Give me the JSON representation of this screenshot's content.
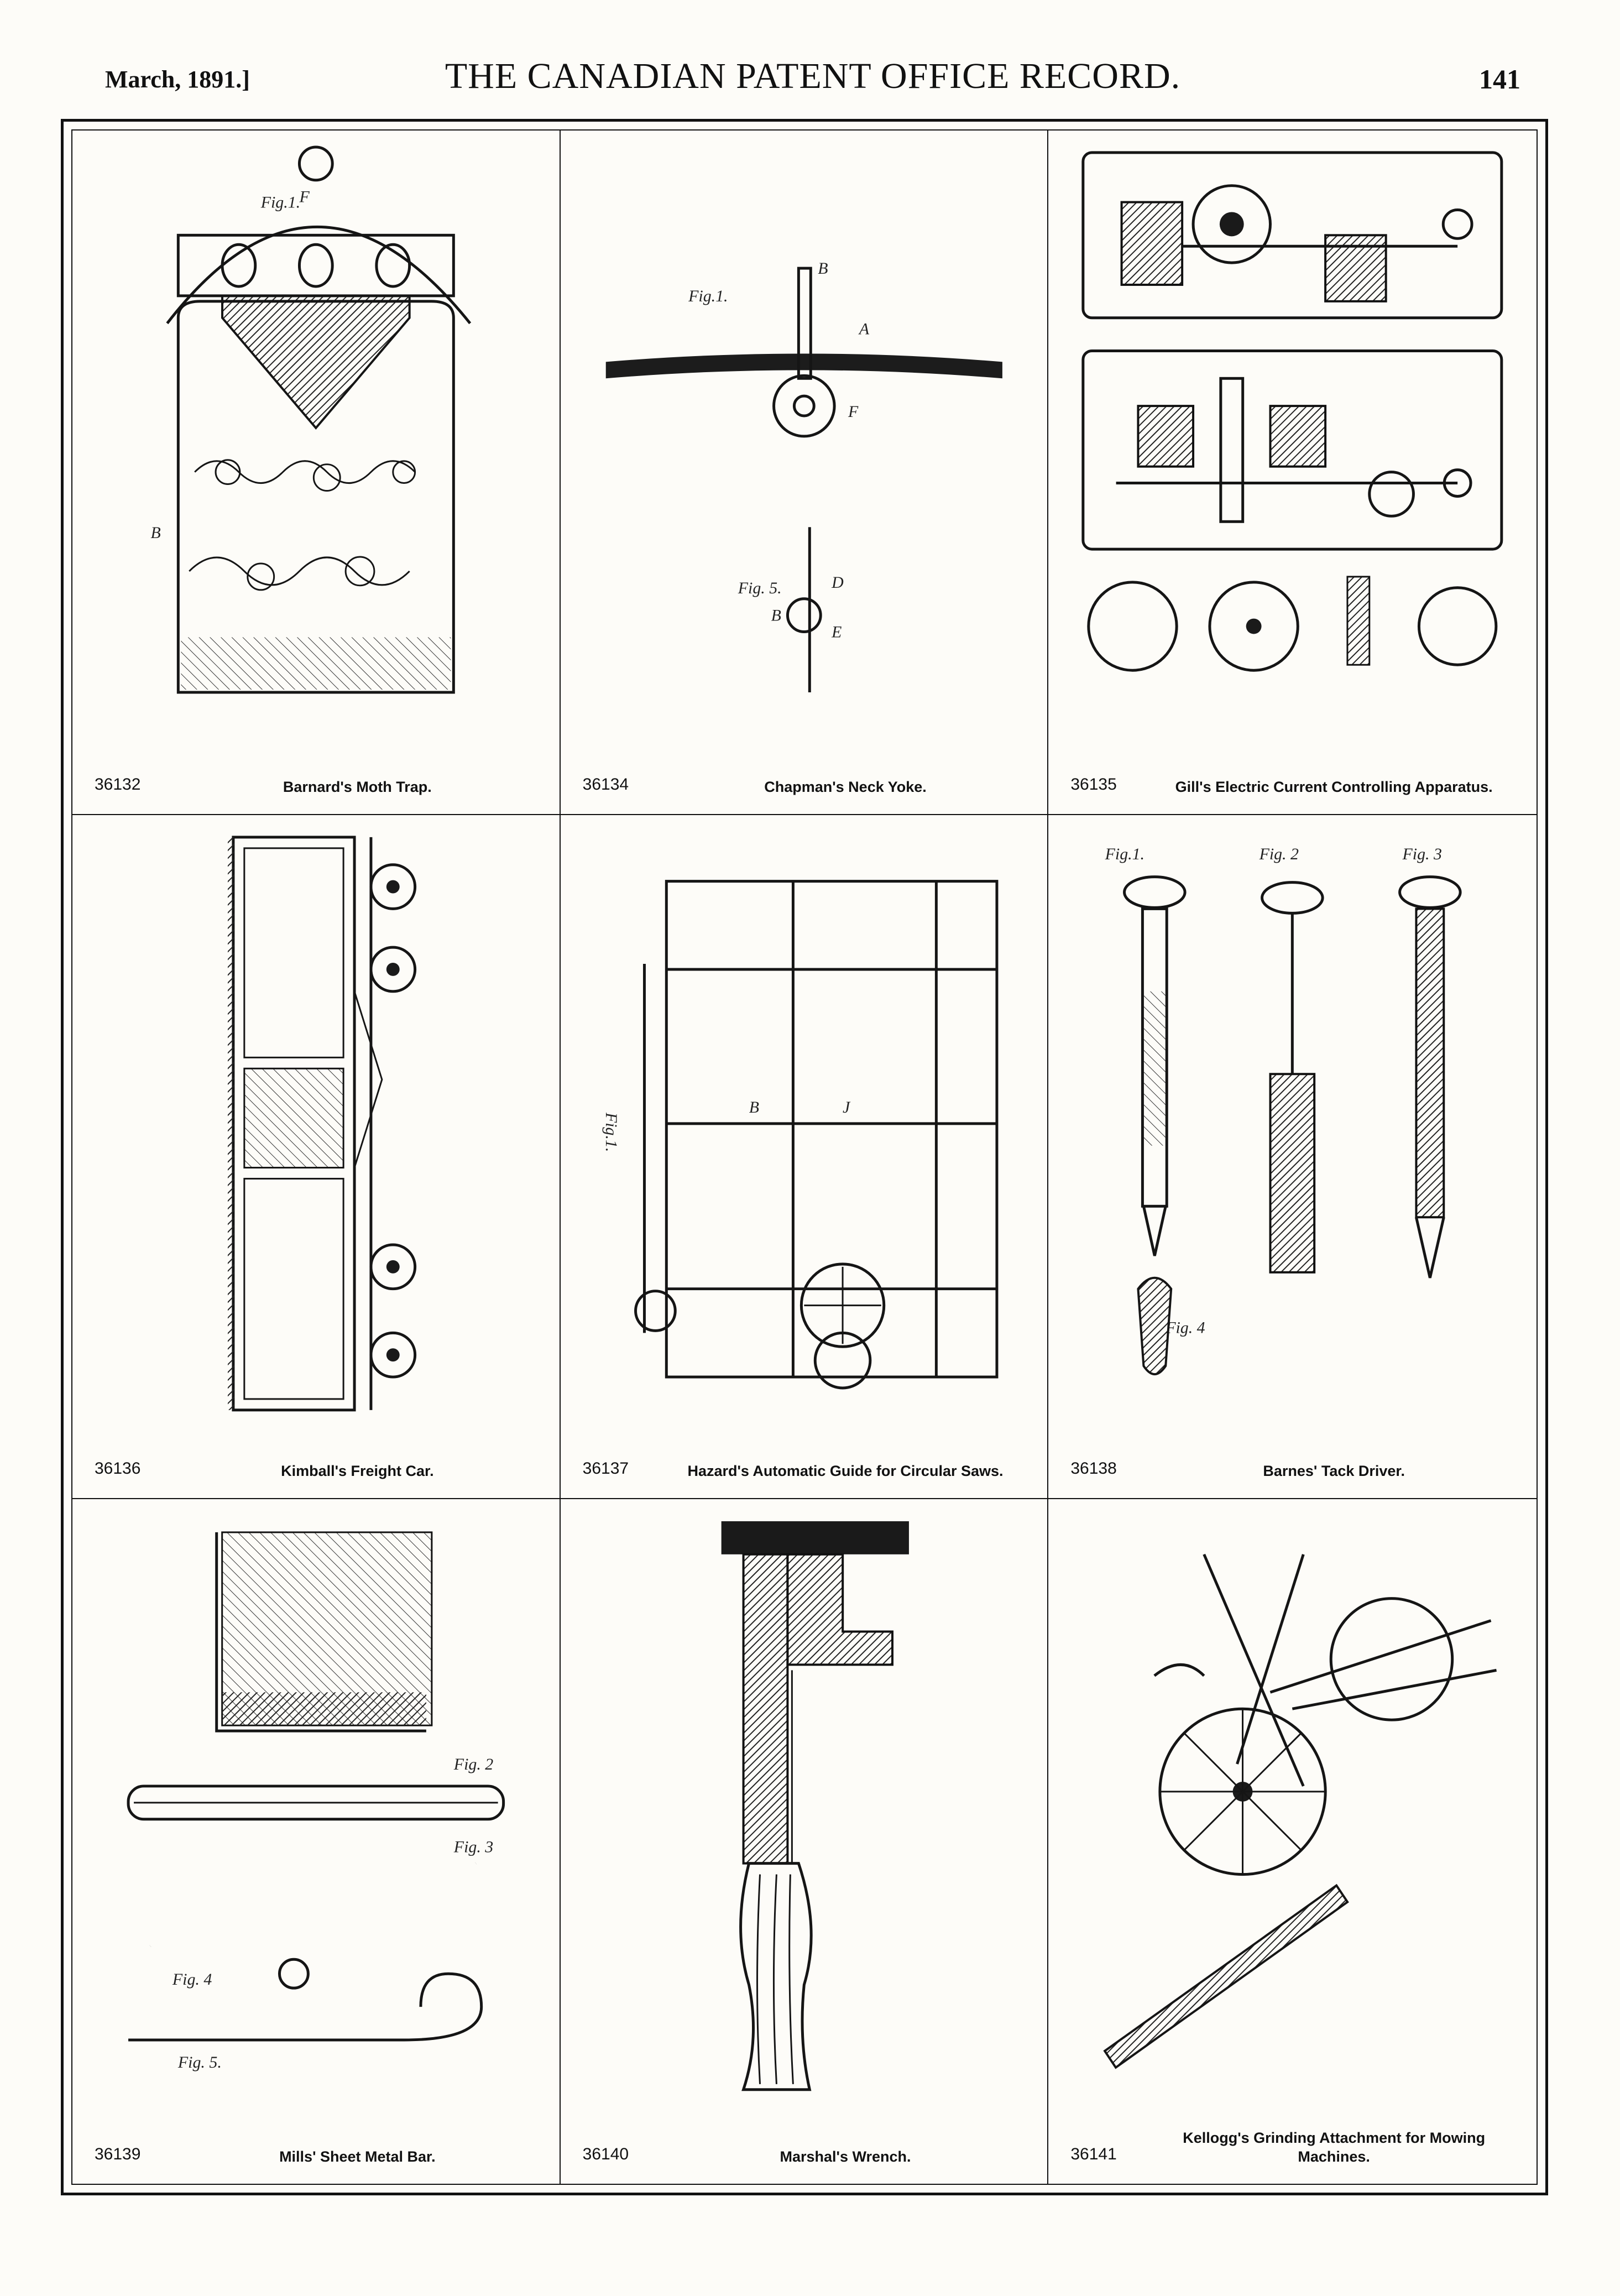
{
  "header": {
    "date": "March, 1891.]",
    "title": "THE CANADIAN PATENT OFFICE RECORD.",
    "page_number": "141"
  },
  "patents": [
    {
      "number": "36132",
      "title": "Barnard's Moth Trap."
    },
    {
      "number": "36134",
      "title": "Chapman's Neck Yoke."
    },
    {
      "number": "36135",
      "title": "Gill's Electric Current Controlling Apparatus."
    },
    {
      "number": "36136",
      "title": "Kimball's Freight Car."
    },
    {
      "number": "36137",
      "title": "Hazard's Automatic Guide for Circular Saws."
    },
    {
      "number": "36138",
      "title": "Barnes' Tack Driver."
    },
    {
      "number": "36139",
      "title": "Mills' Sheet Metal Bar."
    },
    {
      "number": "36140",
      "title": "Marshal's Wrench."
    },
    {
      "number": "36141",
      "title": "Kellogg's Grinding Attachment for Mowing Machines."
    }
  ],
  "figure_labels": {
    "fig1": "Fig.1.",
    "fig2": "Fig. 2",
    "fig3": "Fig. 3",
    "fig4": "Fig. 4",
    "fig5": "Fig. 5."
  }
}
